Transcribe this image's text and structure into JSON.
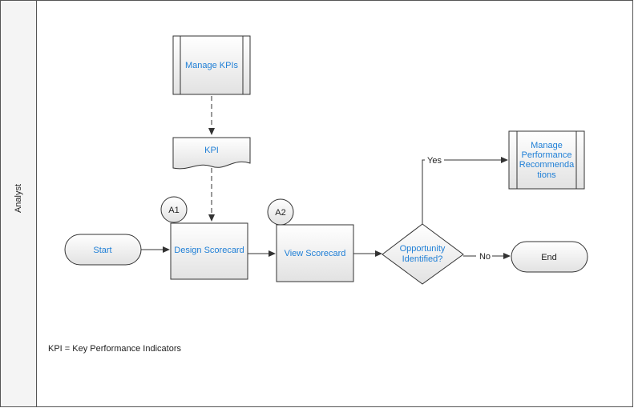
{
  "lane": {
    "name": "Analyst"
  },
  "nodes": {
    "manage_kpis": {
      "label": "Manage KPIs"
    },
    "kpi_doc": {
      "label": "KPI"
    },
    "start": {
      "label": "Start"
    },
    "design_scorecard": {
      "label": "Design Scorecard"
    },
    "view_scorecard": {
      "label": "View Scorecard"
    },
    "decision": {
      "label_line1": "Opportunity",
      "label_line2": "Identified?"
    },
    "manage_perf": {
      "line1": "Manage",
      "line2": "Performance",
      "line3": "Recommenda",
      "line4": "tions"
    },
    "end": {
      "label": "End"
    }
  },
  "markers": {
    "a1": "A1",
    "a2": "A2"
  },
  "edges": {
    "yes": "Yes",
    "no": "No"
  },
  "note": "KPI = Key Performance Indicators",
  "colors": {
    "label_blue": "#1f7fd6",
    "box_fill_top": "#ffffff",
    "box_fill_bottom": "#e4e4e4",
    "stroke": "#333333"
  }
}
